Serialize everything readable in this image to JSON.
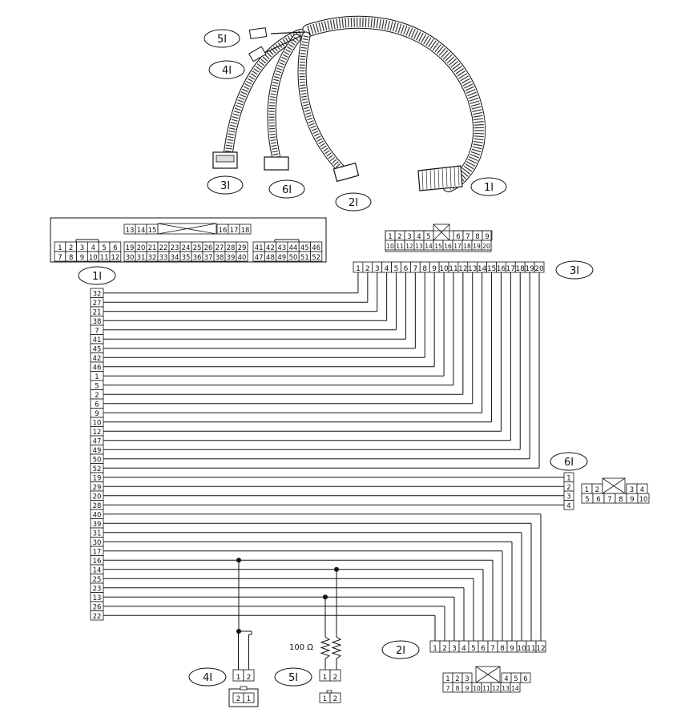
{
  "harness_labels": [
    "5I",
    "4I",
    "3I",
    "6I",
    "2I",
    "1I"
  ],
  "connector_labels": {
    "c1": "1I",
    "c2": "2I",
    "c3": "3I",
    "c4": "4I",
    "c5": "5I",
    "c6": "6I"
  },
  "c1_face": {
    "top": [
      "13",
      "14",
      "15",
      "16",
      "17",
      "18"
    ],
    "mid_left": [
      "1",
      "2",
      "3",
      "4",
      "5",
      "6"
    ],
    "mid_center": [
      "19",
      "20",
      "21",
      "22",
      "23",
      "24",
      "25",
      "26",
      "27",
      "28",
      "29"
    ],
    "mid_right": [
      "41",
      "42",
      "43",
      "44",
      "45",
      "46"
    ],
    "bot_left": [
      "7",
      "8",
      "9",
      "10",
      "11",
      "12"
    ],
    "bot_center": [
      "30",
      "31",
      "32",
      "33",
      "34",
      "35",
      "36",
      "37",
      "38",
      "39",
      "40"
    ],
    "bot_right": [
      "47",
      "48",
      "49",
      "50",
      "51",
      "52"
    ]
  },
  "c3_face": {
    "row1_left": [
      "1",
      "2",
      "3",
      "4",
      "5"
    ],
    "row1_right": [
      "6",
      "7",
      "8",
      "9"
    ],
    "row2": [
      "10",
      "11",
      "12",
      "13",
      "14",
      "15",
      "16",
      "17",
      "18",
      "19",
      "20"
    ]
  },
  "c3_pins": [
    "1",
    "2",
    "3",
    "4",
    "5",
    "6",
    "7",
    "8",
    "9",
    "10",
    "11",
    "12",
    "13",
    "14",
    "15",
    "16",
    "17",
    "18",
    "19",
    "20"
  ],
  "left_pins": [
    "32",
    "27",
    "21",
    "38",
    "7",
    "41",
    "45",
    "42",
    "46",
    "1",
    "5",
    "2",
    "6",
    "9",
    "10",
    "12",
    "47",
    "49",
    "50",
    "52",
    "19",
    "29",
    "20",
    "28",
    "40",
    "39",
    "31",
    "30",
    "17",
    "16",
    "14",
    "25",
    "23",
    "13",
    "26",
    "22"
  ],
  "c6_pins": [
    "1",
    "2",
    "3",
    "4"
  ],
  "c6_face": {
    "row1_left": [
      "1",
      "2"
    ],
    "row1_right": [
      "3",
      "4"
    ],
    "row2": [
      "5",
      "6",
      "7",
      "8",
      "9",
      "10"
    ]
  },
  "c2_pins": [
    "1",
    "2",
    "3",
    "4",
    "5",
    "6",
    "7",
    "8",
    "9",
    "10",
    "11",
    "12"
  ],
  "c2_face": {
    "row1_left": [
      "1",
      "2",
      "3"
    ],
    "row1_right": [
      "4",
      "5",
      "6"
    ],
    "row2": [
      "7",
      "8",
      "9",
      "10",
      "11",
      "12",
      "13",
      "14"
    ]
  },
  "c4_pins": [
    "1",
    "2"
  ],
  "c4_face": [
    "2",
    "1"
  ],
  "c5_pins": [
    "1",
    "2"
  ],
  "c5_face": [
    "1",
    "2"
  ],
  "resistor_label": "100 Ω"
}
